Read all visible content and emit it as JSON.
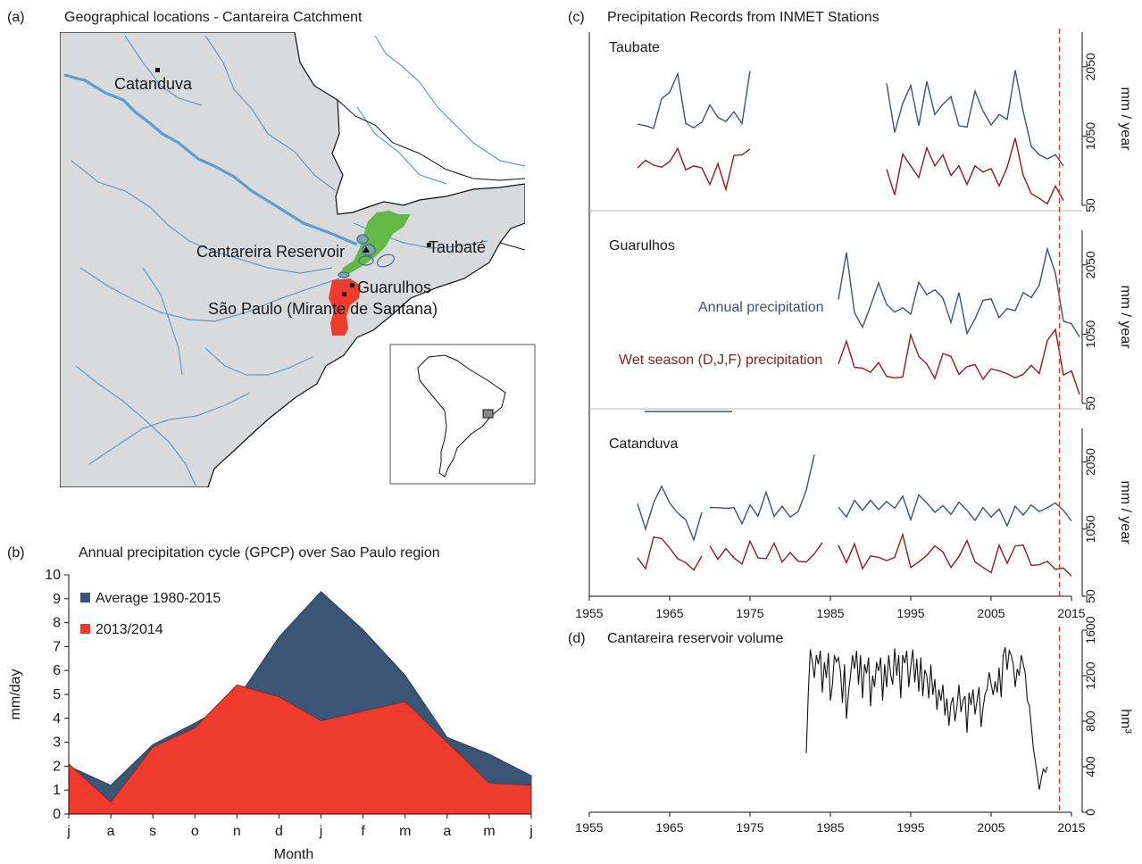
{
  "panels": {
    "a": {
      "tag": "(a)",
      "title": "Geographical locations - Cantareira Catchment"
    },
    "b": {
      "tag": "(b)",
      "title": "Annual precipitation cycle (GPCP) over Sao Paulo region"
    },
    "c": {
      "tag": "(c)",
      "title": "Precipitation Records from INMET Stations"
    },
    "d": {
      "tag": "(d)",
      "title": "Cantareira reservoir volume"
    }
  },
  "map": {
    "labels": {
      "catanduva": "Catanduva",
      "cantareira": "Cantareira Reservoir",
      "taubate": "Taubaté",
      "guarulhos": "Guarulhos",
      "saopaulo": "São Paulo (Mirante de Santana)"
    },
    "colors": {
      "land": "#d9dadb",
      "rivers": "#5b9fd2",
      "catchment": "#62b947",
      "city": "#ee3b2e",
      "reservoir": "#3f6aa5"
    }
  },
  "chart_data": [
    {
      "id": "b",
      "type": "area",
      "xlabel": "Month",
      "ylabel": "mm/day",
      "categories": [
        "j",
        "a",
        "s",
        "o",
        "n",
        "d",
        "j",
        "f",
        "m",
        "a",
        "m",
        "j"
      ],
      "ylim": [
        0,
        10
      ],
      "yticks": [
        0,
        1,
        2,
        3,
        4,
        5,
        6,
        7,
        8,
        9,
        10
      ],
      "legend_position": "top-left",
      "series": [
        {
          "name": "Average 1980-2015",
          "color": "#3b5577",
          "values": [
            2.0,
            1.2,
            2.9,
            3.8,
            4.8,
            7.4,
            9.3,
            7.7,
            5.8,
            3.2,
            2.5,
            1.6
          ]
        },
        {
          "name": "2013/2014",
          "color": "#ee3b2e",
          "values": [
            2.1,
            0.5,
            2.8,
            3.6,
            5.4,
            4.9,
            3.9,
            4.3,
            4.7,
            3.0,
            1.3,
            1.2
          ]
        }
      ]
    },
    {
      "id": "c",
      "type": "line",
      "xlim": [
        1955,
        2015
      ],
      "xticks": [
        1955,
        1965,
        1975,
        1985,
        1995,
        2005,
        2015
      ],
      "ylim": [
        50,
        2550
      ],
      "yticks": [
        50,
        1050,
        2050
      ],
      "ylabel": "mm / year",
      "marker_year": 2013.5,
      "legend": {
        "annual": "Annual precipitation",
        "wet": "Wet season (D,J,F) precipitation"
      },
      "stations": [
        {
          "name": "Taubate",
          "annual": {
            "color": "#3b5577",
            "segments": [
              {
                "start": 1961,
                "values": [
                  1220,
                  1200,
                  1160,
                  1590,
                  1680,
                  1950,
                  1230,
                  1170,
                  1250,
                  1500,
                  1320,
                  1260,
                  1400,
                  1230,
                  1990
                ]
              },
              {
                "start": 1992,
                "values": [
                  1810,
                  1100,
                  1520,
                  1780,
                  1200,
                  1840,
                  1360,
                  1510,
                  1620,
                  1200,
                  1180,
                  1700,
                  1410,
                  1210,
                  1360,
                  1290,
                  2000,
                  1400,
                  900,
                  780,
                  720,
                  780,
                  620
                ]
              }
            ]
          },
          "wet": {
            "color": "#8f1b1f",
            "segments": [
              {
                "start": 1961,
                "values": [
                  590,
                  700,
                  630,
                  600,
                  680,
                  870,
                  560,
                  620,
                  590,
                  350,
                  650,
                  280,
                  770,
                  780,
                  860
                ]
              },
              {
                "start": 1992,
                "values": [
                  570,
                  200,
                  790,
                  620,
                  450,
                  880,
                  620,
                  780,
                  480,
                  620,
                  350,
                  620,
                  530,
                  580,
                  330,
                  600,
                  1020,
                  480,
                  220,
                  150,
                  70,
                  330,
                  120
                ]
              }
            ]
          }
        },
        {
          "name": "Guarulhos",
          "annual": {
            "color": "#3b5577",
            "segments": [
              {
                "start": 1986,
                "values": [
                  1550,
                  2230,
                  1360,
                  1150,
                  1460,
                  1790,
                  1480,
                  1370,
                  1430,
                  1340,
                  1800,
                  1620,
                  1690,
                  1570,
                  1220,
                  1650,
                  1060,
                  1270,
                  1540,
                  1560,
                  1290,
                  1420,
                  1390,
                  1650,
                  1580,
                  1760,
                  2280,
                  1930,
                  1240,
                  1200,
                  1010
                ]
              }
            ]
          },
          "wet": {
            "color": "#8f1b1f",
            "segments": [
              {
                "start": 1986,
                "values": [
                  620,
                  950,
                  570,
                  560,
                  500,
                  640,
                  440,
                  420,
                  430,
                  1040,
                  730,
                  620,
                  410,
                  770,
                  730,
                  470,
                  580,
                  610,
                  400,
                  550,
                  520,
                  480,
                  420,
                  470,
                  600,
                  480,
                  960,
                  1120,
                  460,
                  520,
                  180
                ]
              }
            ]
          }
        },
        {
          "name": "Catanduva",
          "annual": {
            "color": "#3b5577",
            "segments": [
              {
                "start": 1961,
                "values": [
                  1430,
                  1050,
                  1440,
                  1690,
                  1440,
                  1290,
                  1190,
                  890,
                  1300
                ]
              },
              {
                "start": 1970,
                "values": [
                  1370,
                  1370,
                  1360,
                  1370,
                  1130,
                  1410,
                  1240,
                  1600,
                  1240,
                  1390,
                  1230,
                  1310,
                  1630,
                  2160
                ]
              },
              {
                "start": 1986,
                "values": [
                  1380,
                  1230,
                  1480,
                  1330,
                  1480,
                  1340,
                  1460,
                  1360,
                  1540,
                  1190,
                  1560,
                  1440,
                  1300,
                  1400,
                  1270,
                  1450,
                  1330,
                  1180,
                  1370,
                  1230,
                  1350,
                  1100,
                  1390,
                  1260,
                  1410,
                  1310,
                  1370,
                  1440,
                  1330,
                  1170
                ]
              }
            ]
          },
          "wet": {
            "color": "#8f1b1f",
            "segments": [
              {
                "start": 1961,
                "values": [
                  620,
                  460,
                  930,
                  910,
                  770,
                  610,
                  550,
                  440,
                  650
                ]
              },
              {
                "start": 1970,
                "values": [
                  800,
                  600,
                  760,
                  620,
                  530,
                  870,
                  620,
                  610,
                  840,
                  560,
                  700,
                  570,
                  560,
                  680,
                  850
                ]
              },
              {
                "start": 1986,
                "values": [
                  810,
                  550,
                  830,
                  460,
                  650,
                  630,
                  580,
                  630,
                  970,
                  480,
                  560,
                  660,
                  800,
                  710,
                  480,
                  640,
                  880,
                  560,
                  480,
                  400,
                  810,
                  540,
                  800,
                  810,
                  510,
                  520,
                  570,
                  450,
                  470,
                  350
                ]
              }
            ]
          }
        }
      ]
    },
    {
      "id": "d",
      "type": "line",
      "xlim": [
        1955,
        2015
      ],
      "xticks": [
        1955,
        1965,
        1975,
        1985,
        1995,
        2005,
        2015
      ],
      "ylim": [
        0,
        1600
      ],
      "yticks": [
        0,
        400,
        800,
        1200,
        1600
      ],
      "ylabel": "hm³",
      "marker_year": 2013.5,
      "color": "#111111",
      "series": [
        {
          "name": "",
          "start": 1982,
          "step": 0.25,
          "values": [
            520,
            1050,
            1430,
            1320,
            1180,
            1380,
            1300,
            1420,
            1050,
            1320,
            1180,
            1400,
            980,
            1120,
            1380,
            1320,
            1360,
            1240,
            960,
            1300,
            820,
            1050,
            1200,
            1380,
            1260,
            1420,
            1120,
            1380,
            1000,
            1300,
            1220,
            1360,
            930,
            1200,
            1100,
            1320,
            1240,
            1360,
            980,
            1300,
            1100,
            1380,
            1210,
            1120,
            1440,
            1200,
            1380,
            1000,
            1380,
            1310,
            1420,
            1100,
            1280,
            1430,
            1140,
            1350,
            1060,
            1360,
            1020,
            1250,
            1200,
            1000,
            1300,
            1030,
            1170,
            900,
            1080,
            980,
            1120,
            850,
            1000,
            760,
            950,
            1010,
            800,
            930,
            1120,
            880,
            980,
            1020,
            700,
            1050,
            940,
            1080,
            860,
            980,
            1100,
            750,
            920,
            1040,
            1080,
            1230,
            1130,
            1030,
            1150,
            1050,
            1270,
            1010,
            1380,
            1450,
            1250,
            1420,
            1380,
            1300,
            1100,
            1260,
            1200,
            1380,
            1300,
            1220,
            980,
            940,
            760,
            560,
            450,
            320,
            200,
            300,
            380,
            350,
            400
          ]
        }
      ]
    }
  ]
}
